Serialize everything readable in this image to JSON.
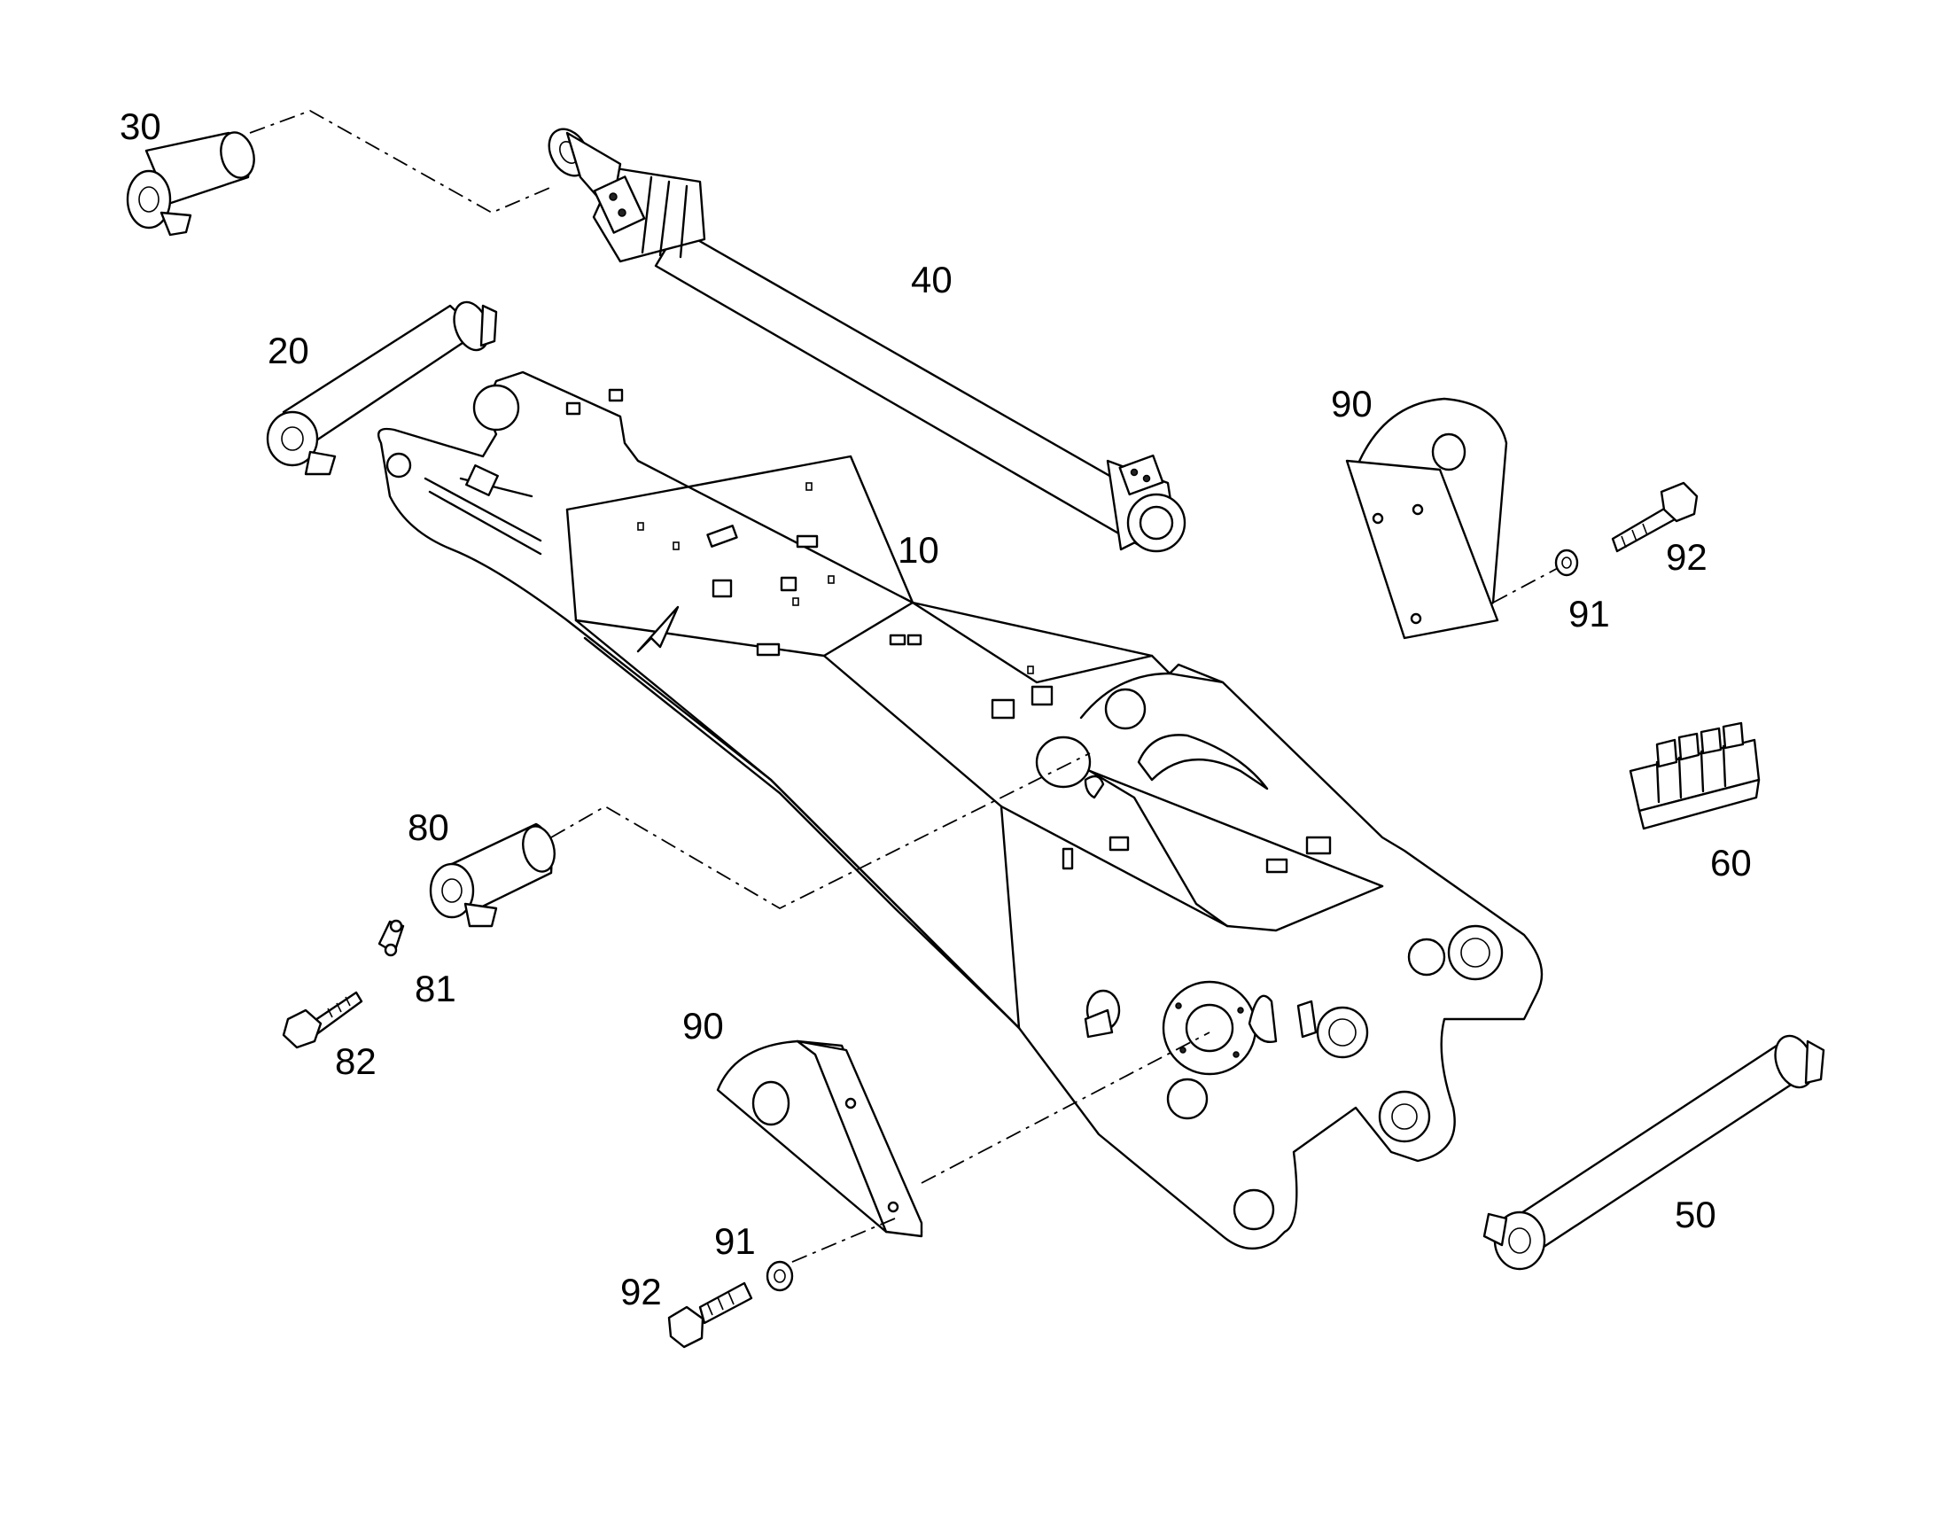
{
  "callouts": {
    "c10": "10",
    "c20": "20",
    "c30": "30",
    "c40": "40",
    "c50": "50",
    "c60": "60",
    "c80": "80",
    "c81": "81",
    "c82": "82",
    "c90a": "90",
    "c90b": "90",
    "c91a": "91",
    "c91b": "91",
    "c92a": "92",
    "c92b": "92"
  },
  "colors": {
    "ink": "#000000",
    "paper": "#ffffff"
  }
}
